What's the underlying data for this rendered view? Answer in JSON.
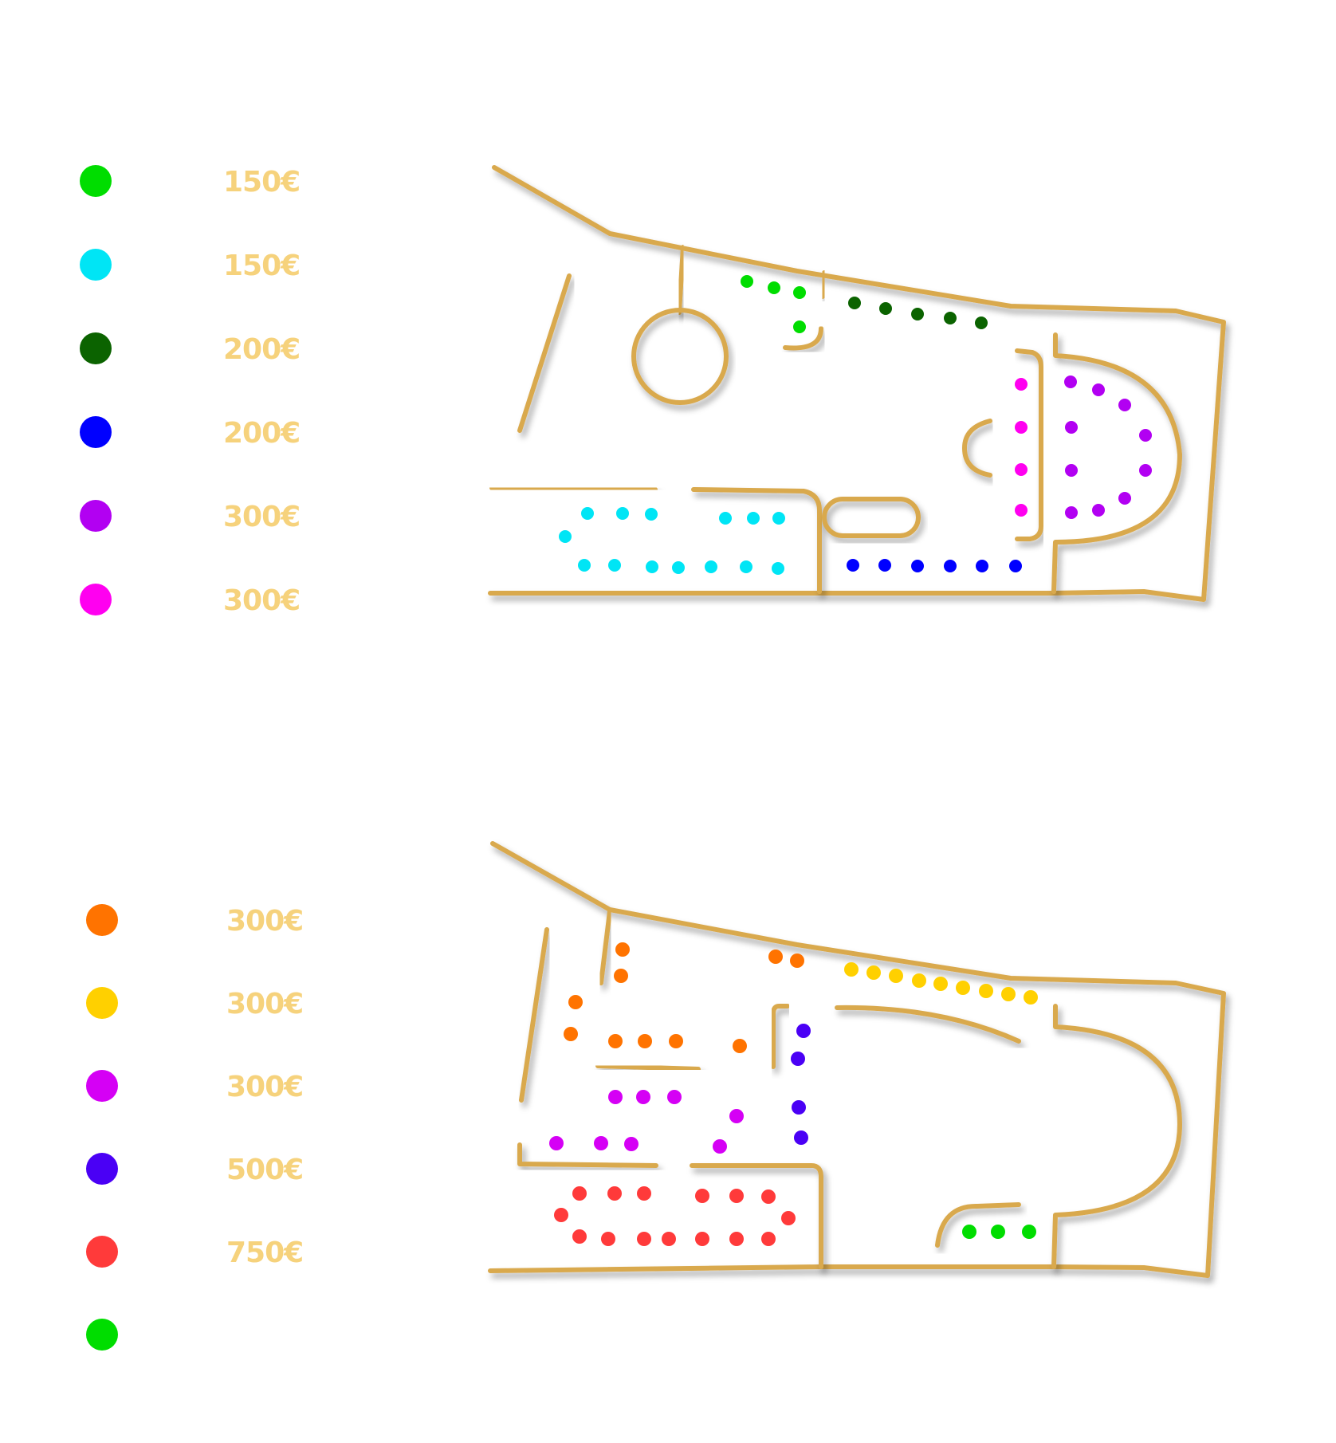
{
  "legend_upper": [
    {
      "color": "#00dd00",
      "price": "150€"
    },
    {
      "color": "#00e5f5",
      "price": "150€"
    },
    {
      "color": "#0b6300",
      "price": "200€"
    },
    {
      "color": "#0000ff",
      "price": "200€"
    },
    {
      "color": "#b200f2",
      "price": "300€"
    },
    {
      "color": "#ff00f0",
      "price": "300€"
    }
  ],
  "legend_lower": [
    {
      "color": "#ff7300",
      "price": "300€"
    },
    {
      "color": "#ffd000",
      "price": "300€"
    },
    {
      "color": "#d500f5",
      "price": "300€"
    },
    {
      "color": "#4a00f5",
      "price": "500€"
    },
    {
      "color": "#ff3a3a",
      "price": "750€"
    },
    {
      "color": "#00dd00",
      "price": ""
    }
  ],
  "colors": {
    "wall": "#d9a94e",
    "price_text": "#f6d27c"
  },
  "plans": {
    "upper": {
      "name": "upper-floor-plan"
    },
    "lower": {
      "name": "lower-floor-plan"
    }
  }
}
